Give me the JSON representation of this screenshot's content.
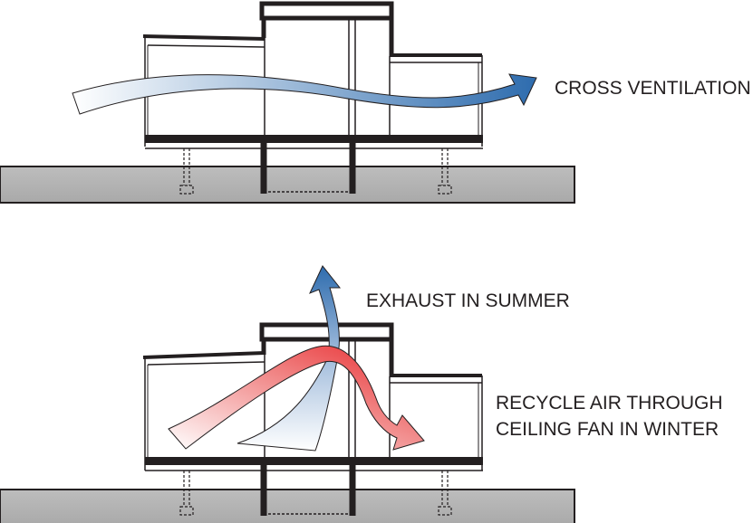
{
  "labels": {
    "cross_ventilation": "CROSS VENTILATION",
    "exhaust_summer": "EXHAUST IN SUMMER",
    "recycle_line1": "RECYCLE AIR THROUGH",
    "recycle_line2": "CEILING FAN IN WINTER"
  },
  "colors": {
    "outline": "#231f20",
    "ground": "#b5b5b5",
    "cool_air": "#2e6cae",
    "warm_air": "#e8262a"
  }
}
